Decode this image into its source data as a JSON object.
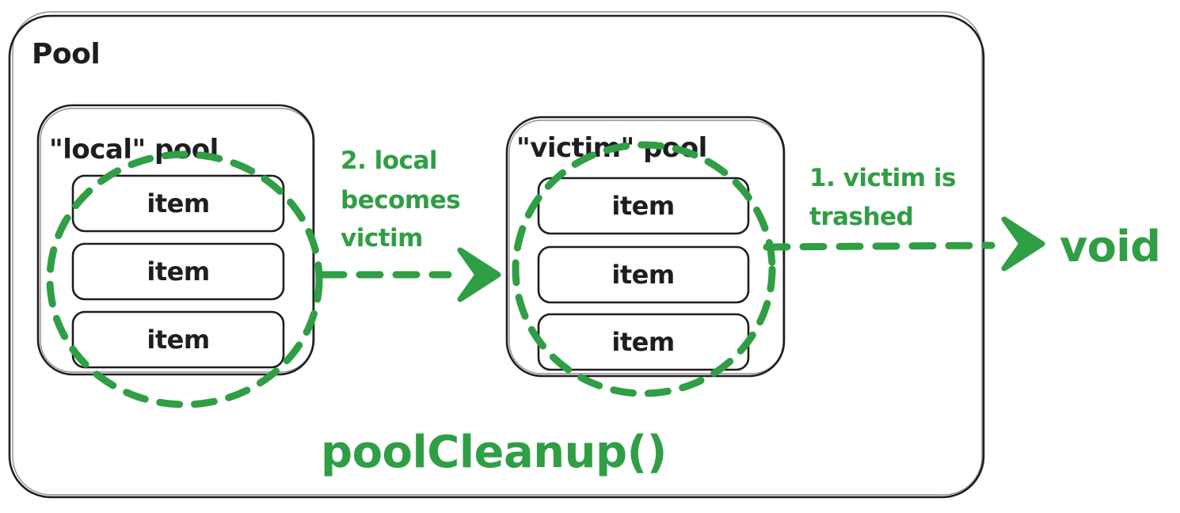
{
  "colors": {
    "ink": "#1e1e1e",
    "green": "#2f9e44",
    "bg": "#ffffff"
  },
  "pool": {
    "label": "Pool"
  },
  "local_pool": {
    "label": "\"local\" pool",
    "items": [
      "item",
      "item",
      "item"
    ]
  },
  "victim_pool": {
    "label": "\"victim\" pool",
    "items": [
      "item",
      "item",
      "item"
    ]
  },
  "annotations": {
    "step2": {
      "lines": [
        "2. local",
        "becomes",
        "victim"
      ]
    },
    "step1": {
      "lines": [
        "1. victim is",
        "trashed"
      ]
    },
    "void_label": "void",
    "cleanup_label": "poolCleanup()"
  }
}
